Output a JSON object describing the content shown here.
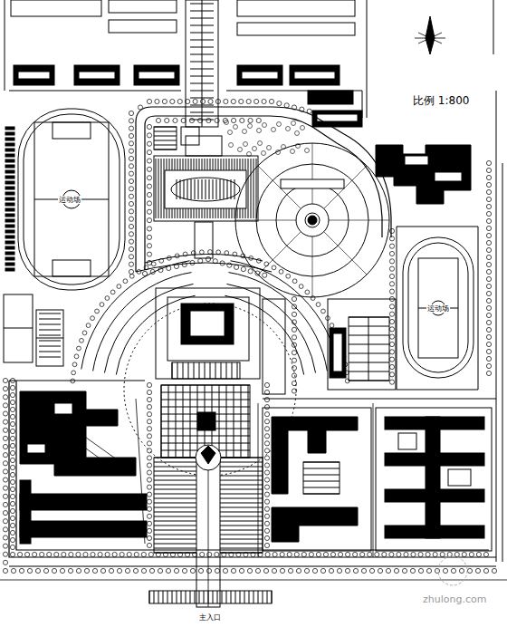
{
  "diagram": {
    "labels": [
      "比例 1:800",
      "运动场",
      "运动场",
      "主入口",
      "zhulong.com"
    ]
  }
}
